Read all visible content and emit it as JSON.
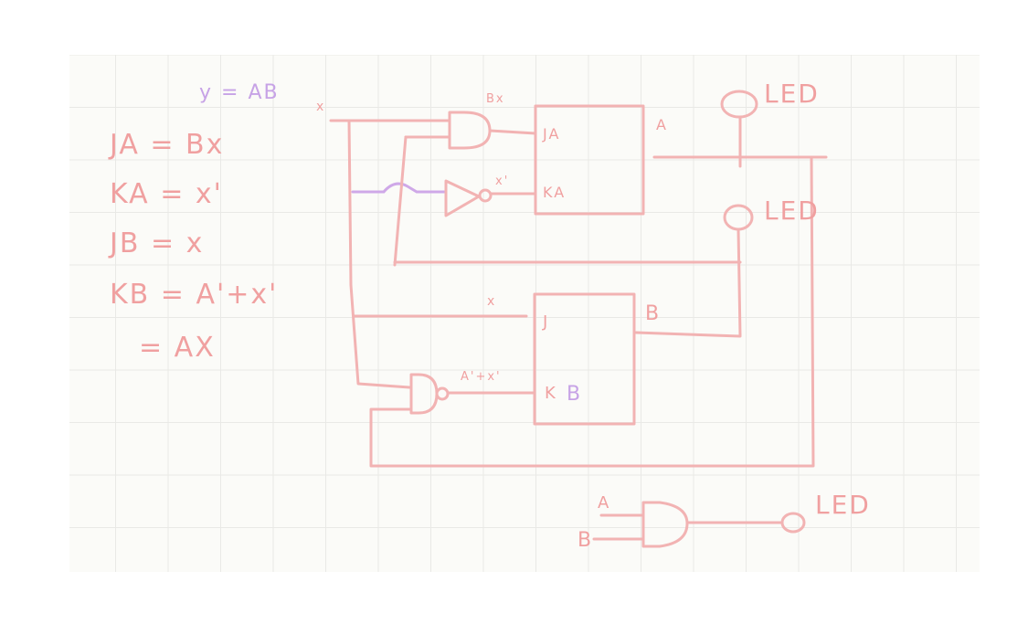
{
  "equations": {
    "output": "y = AB",
    "ja": "JA = Bx",
    "ka": "KA = x'",
    "jb": "JB = x",
    "kb": "KB = A'+x'",
    "kb_simplified": "= AX"
  },
  "labels": {
    "x_input_top": "x",
    "and_gate_out": "Bx",
    "ja_pin": "JA",
    "inverter_out": "x'",
    "ka_pin": "KA",
    "ff_a_out": "A",
    "led_a": "LED",
    "led_b": "LED",
    "x_input_mid": "x",
    "jb_pin": "J",
    "ff_b_out": "B",
    "nand_out": "A'+x'",
    "kb_pin": "K",
    "kb_pin_b": "B",
    "final_in_a": "A",
    "final_in_b": "B",
    "led_y": "LED"
  },
  "colors": {
    "ink": "#f2b3b3",
    "ink_text": "#f0a0a0",
    "lavender": "#c7a3e6",
    "paper": "#fbfbf8",
    "grid": "#e9e9e6"
  }
}
